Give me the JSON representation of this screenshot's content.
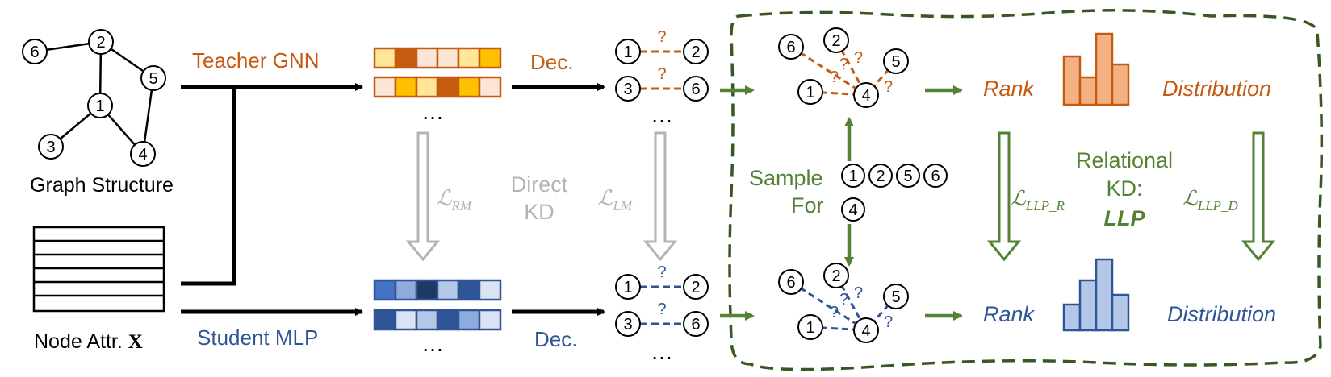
{
  "graph": {
    "label": "Graph Structure",
    "nodes": [
      "6",
      "2",
      "5",
      "1",
      "3",
      "4"
    ]
  },
  "node_attr": {
    "label_prefix": "Node Attr. ",
    "label_symbol": "X"
  },
  "teacher": {
    "label": "Teacher GNN",
    "color": "#C55A11"
  },
  "student": {
    "label": "Student MLP",
    "color": "#2F5597"
  },
  "decoder": {
    "teacher_label": "Dec.",
    "student_label": "Dec."
  },
  "ellipsis": "…",
  "vertical_ellipsis": "⋯",
  "loss": {
    "rm": {
      "symbol": "ℒ",
      "sub": "RM"
    },
    "lm": {
      "symbol": "ℒ",
      "sub": "LM"
    },
    "direct_kd_line1": "Direct",
    "direct_kd_line2": "KD",
    "llp_r": {
      "symbol": "ℒ",
      "sub": "LLP_R"
    },
    "llp_d": {
      "symbol": "ℒ",
      "sub": "LLP_D"
    }
  },
  "pairs": {
    "pair1": {
      "a": "1",
      "b": "2"
    },
    "pair2": {
      "a": "3",
      "b": "6"
    },
    "question": "?"
  },
  "sample": {
    "line1": "Sample",
    "line2": "For",
    "candidates": [
      "1",
      "2",
      "5",
      "6"
    ],
    "anchor": "4"
  },
  "star": {
    "center": "4",
    "nodes": [
      "6",
      "2",
      "5",
      "1"
    ],
    "question": "?"
  },
  "rank_label": "Rank",
  "distribution_label": "Distribution",
  "relational": {
    "line1": "Relational",
    "line2": "KD:",
    "line3": "LLP"
  },
  "colors": {
    "teacher_dark": "#C55A11",
    "teacher_mid": "#F4B183",
    "teacher_light": "#FBE5D6",
    "teacher_yellow": "#FFC000",
    "teacher_pale": "#FFE699",
    "student_dark": "#2F5597",
    "student_mid": "#8FAADC",
    "student_light": "#DAE3F3",
    "student_deep": "#203864",
    "green": "#548235",
    "gray": "#B4B4B4"
  }
}
